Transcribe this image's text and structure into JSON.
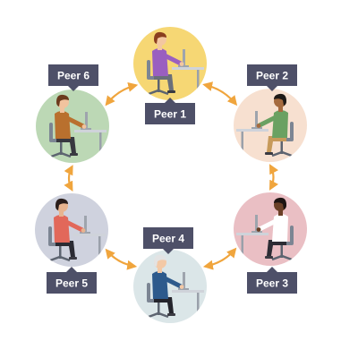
{
  "diagram": {
    "colors": {
      "arrow": "#f0a53d",
      "label_bg": "#4e5068",
      "label_text": "#ffffff"
    },
    "peers": [
      {
        "id": "peer1",
        "label": "Peer 1",
        "circle_color": "#f6d774",
        "shirt": "#9a5fc0",
        "skin": "#f3c7a0",
        "hair": "#8a3e1e",
        "pants": "#6a6f7a",
        "facing": "right"
      },
      {
        "id": "peer2",
        "label": "Peer 2",
        "circle_color": "#f7e0d0",
        "shirt": "#6aa162",
        "skin": "#a66b3f",
        "hair": "#1f1a17",
        "pants": "#c79a5a",
        "facing": "left"
      },
      {
        "id": "peer3",
        "label": "Peer 3",
        "circle_color": "#eabfc4",
        "shirt": "#ffffff",
        "skin": "#6b4027",
        "hair": "#1d1412",
        "pants": "#2c2c34",
        "facing": "left"
      },
      {
        "id": "peer4",
        "label": "Peer 4",
        "circle_color": "#dbe6e8",
        "shirt": "#2d5a8c",
        "skin": "#f3c9a6",
        "hair": "#e3e3e3",
        "pants": "#24242b",
        "facing": "right"
      },
      {
        "id": "peer5",
        "label": "Peer 5",
        "circle_color": "#cfd2de",
        "shirt": "#e2685a",
        "skin": "#e8b48f",
        "hair": "#2a1e1b",
        "pants": "#2b2b33",
        "facing": "right"
      },
      {
        "id": "peer6",
        "label": "Peer 6",
        "circle_color": "#bcd8b5",
        "shirt": "#b9702e",
        "skin": "#f1c39e",
        "hair": "#6b3a1d",
        "pants": "#37373f",
        "facing": "right"
      }
    ],
    "connections": [
      [
        "peer1",
        "peer2"
      ],
      [
        "peer2",
        "peer3"
      ],
      [
        "peer3",
        "peer4"
      ],
      [
        "peer4",
        "peer5"
      ],
      [
        "peer5",
        "peer6"
      ],
      [
        "peer6",
        "peer1"
      ]
    ]
  }
}
